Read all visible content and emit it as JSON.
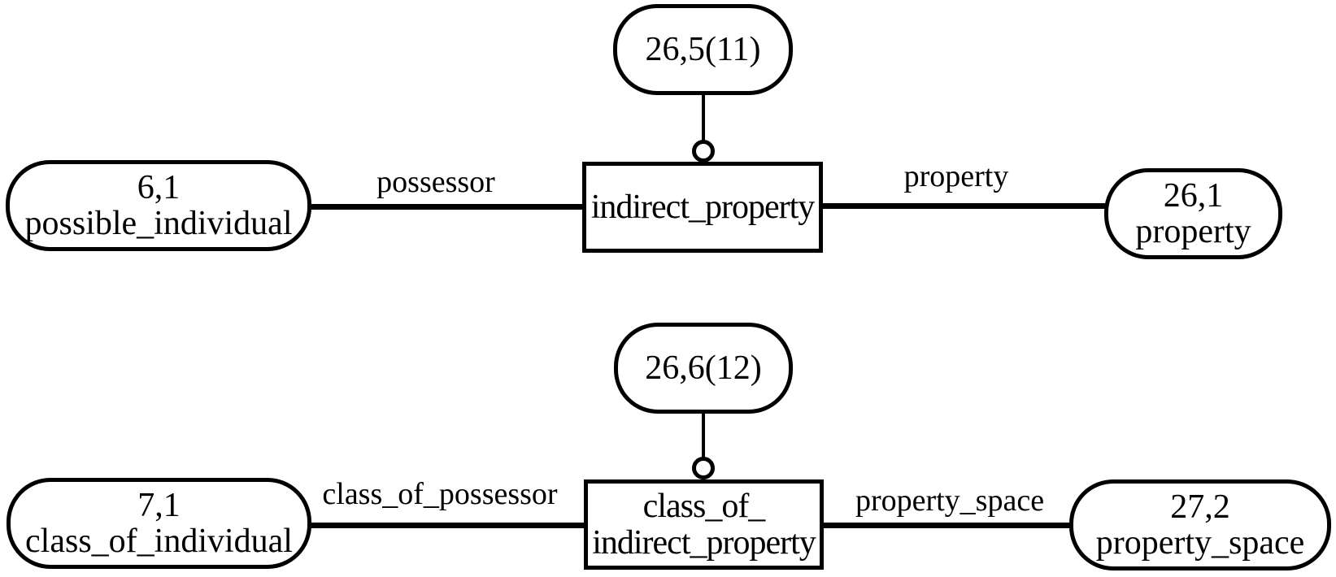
{
  "colors": {
    "stroke": "#000000",
    "background": "#ffffff"
  },
  "top": {
    "page_ref": "26,5(11)",
    "entity": "indirect_property",
    "left_node": {
      "ref": "6,1",
      "name": "possible_individual"
    },
    "left_label": "possessor",
    "right_label": "property",
    "right_node": {
      "ref": "26,1",
      "name": "property"
    }
  },
  "bottom": {
    "page_ref": "26,6(12)",
    "entity_line1": "class_of_",
    "entity_line2": "indirect_property",
    "left_node": {
      "ref": "7,1",
      "name": "class_of_individual"
    },
    "left_label": "class_of_possessor",
    "right_label": "property_space",
    "right_node": {
      "ref": "27,2",
      "name": "property_space"
    }
  }
}
